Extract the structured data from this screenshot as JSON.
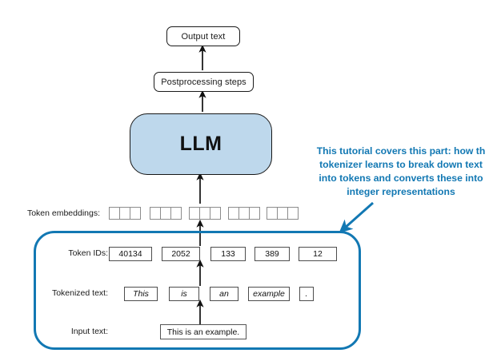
{
  "diagram": {
    "title": "LLM text generation pipeline with tokenizer detail",
    "output_text": {
      "label": "Output text"
    },
    "postprocessing": {
      "label": "Postprocessing steps"
    },
    "llm": {
      "label": "LLM",
      "fill_color": "#bed8ec",
      "stroke_color": "#171717"
    },
    "rows": {
      "token_embeddings_label": "Token embeddings:",
      "token_ids_label": "Token IDs:",
      "tokenized_text_label": "Tokenized text:",
      "input_text_label": "Input text:"
    },
    "token_embeddings": {
      "groups": [
        {
          "cells": 3
        },
        {
          "cells": 3
        },
        {
          "cells": 3
        },
        {
          "cells": 3
        },
        {
          "cells": 3
        }
      ]
    },
    "token_ids": [
      "40134",
      "2052",
      "133",
      "389",
      "12"
    ],
    "tokenized_text": [
      "This",
      "is",
      "an",
      "example",
      "."
    ],
    "input_text": {
      "value": "This is an example."
    },
    "annotation": {
      "accent_color": "#1278b3",
      "lines": [
        "This tutorial covers this part: how th",
        "tokenizer learns to break down text",
        "into tokens and converts these into",
        "integer representations"
      ]
    }
  }
}
